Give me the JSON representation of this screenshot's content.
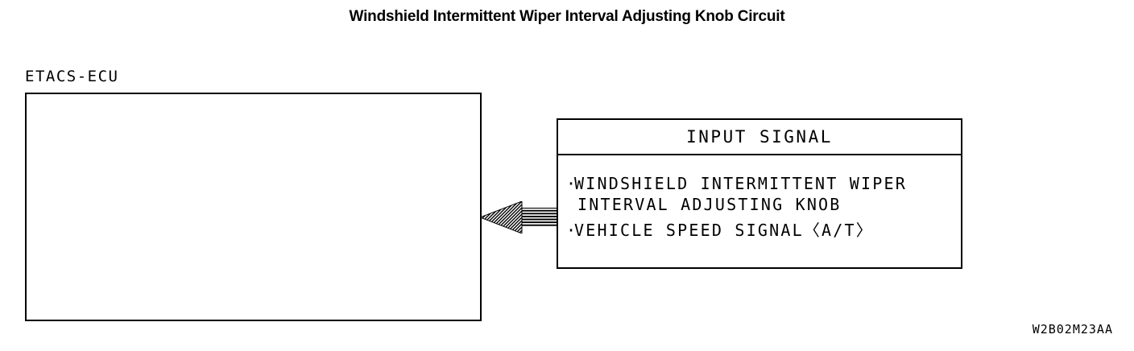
{
  "title": "Windshield Intermittent Wiper Interval Adjusting Knob Circuit",
  "ecu": {
    "label": "ETACS-ECU"
  },
  "signal_box": {
    "header": "INPUT SIGNAL",
    "items": [
      {
        "bullet": "·",
        "line1": "WINDSHIELD INTERMITTENT WIPER",
        "line2": "INTERVAL ADJUSTING KNOB"
      },
      {
        "bullet": "·",
        "line1": "VEHICLE SPEED SIGNAL〈A/T〉",
        "line2": ""
      }
    ]
  },
  "arrow": {
    "direction": "left",
    "style": "hatched"
  },
  "figure_code": "W2B02M23AA",
  "colors": {
    "line": "#000000",
    "background": "#ffffff"
  }
}
